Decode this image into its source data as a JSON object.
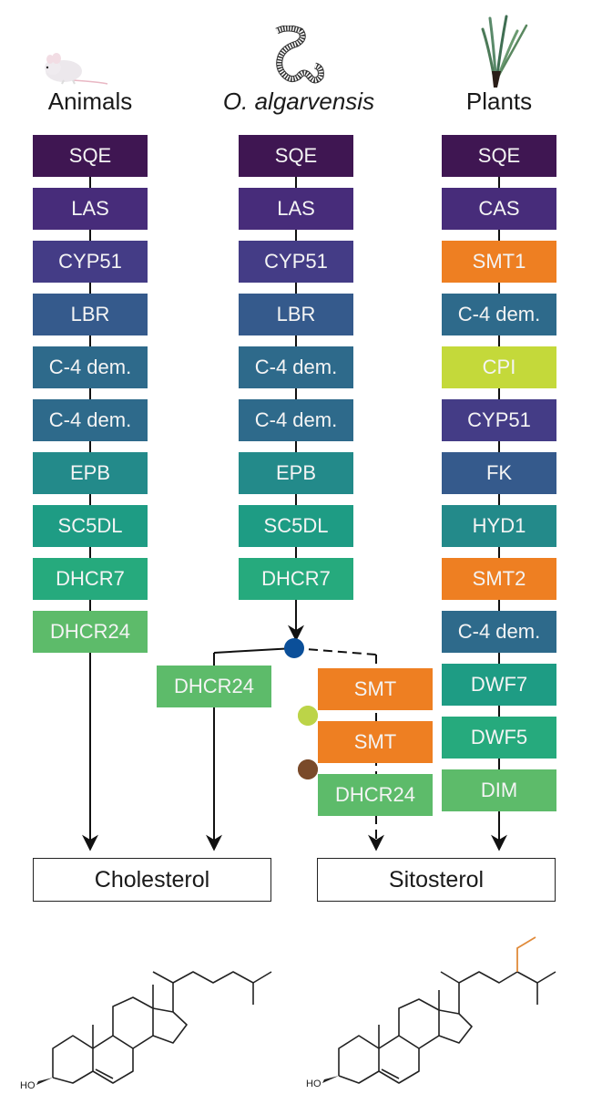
{
  "columns": [
    {
      "title": "Animals",
      "italic": false,
      "icon": "mouse-icon",
      "steps": [
        {
          "label": "SQE",
          "color": "#3f1652"
        },
        {
          "label": "LAS",
          "color": "#472c7a"
        },
        {
          "label": "CYP51",
          "color": "#443c86"
        },
        {
          "label": "LBR",
          "color": "#355a8c"
        },
        {
          "label": "C-4 dem.",
          "color": "#2e6a8b"
        },
        {
          "label": "C-4 dem.",
          "color": "#2e6a8b"
        },
        {
          "label": "EPB",
          "color": "#238a8a"
        },
        {
          "label": "SC5DL",
          "color": "#1e9c84"
        },
        {
          "label": "DHCR7",
          "color": "#26aa7d"
        },
        {
          "label": "DHCR24",
          "color": "#5dbb6a"
        }
      ]
    },
    {
      "title": "O. algarvensis",
      "italic": true,
      "icon": "worm-icon",
      "steps": [
        {
          "label": "SQE",
          "color": "#3f1652"
        },
        {
          "label": "LAS",
          "color": "#472c7a"
        },
        {
          "label": "CYP51",
          "color": "#443c86"
        },
        {
          "label": "LBR",
          "color": "#355a8c"
        },
        {
          "label": "C-4 dem.",
          "color": "#2e6a8b"
        },
        {
          "label": "C-4 dem.",
          "color": "#2e6a8b"
        },
        {
          "label": "EPB",
          "color": "#238a8a"
        },
        {
          "label": "SC5DL",
          "color": "#1e9c84"
        },
        {
          "label": "DHCR7",
          "color": "#26aa7d"
        }
      ],
      "branch_left": [
        {
          "label": "DHCR24",
          "color": "#5dbb6a"
        }
      ],
      "branch_right": [
        {
          "label": "SMT",
          "color": "#ee7f22"
        },
        {
          "label": "SMT",
          "color": "#ee7f22"
        },
        {
          "label": "DHCR24",
          "color": "#5dbb6a"
        }
      ],
      "branch_node_color": "#0b4f99",
      "markers": [
        {
          "name": "lime-marker",
          "color": "#bcd448"
        },
        {
          "name": "brown-marker",
          "color": "#7a4a2a"
        }
      ]
    },
    {
      "title": "Plants",
      "italic": false,
      "icon": "plant-icon",
      "steps": [
        {
          "label": "SQE",
          "color": "#3f1652"
        },
        {
          "label": "CAS",
          "color": "#472c7a"
        },
        {
          "label": "SMT1",
          "color": "#ee7f22"
        },
        {
          "label": "C-4 dem.",
          "color": "#2e6a8b"
        },
        {
          "label": "CPI",
          "color": "#c4d93a"
        },
        {
          "label": "CYP51",
          "color": "#443c86"
        },
        {
          "label": "FK",
          "color": "#355a8c"
        },
        {
          "label": "HYD1",
          "color": "#238a8a"
        },
        {
          "label": "SMT2",
          "color": "#ee7f22"
        },
        {
          "label": "C-4 dem.",
          "color": "#2e6a8b"
        },
        {
          "label": "DWF7",
          "color": "#1e9c84"
        },
        {
          "label": "DWF5",
          "color": "#26aa7d"
        },
        {
          "label": "DIM",
          "color": "#5dbb6a"
        }
      ]
    }
  ],
  "products": [
    {
      "label": "Cholesterol"
    },
    {
      "label": "Sitosterol"
    }
  ],
  "structures": [
    {
      "name": "cholesterol-structure",
      "hydroxyl_label": "HO"
    },
    {
      "name": "sitosterol-structure",
      "hydroxyl_label": "HO",
      "highlight_color": "#e08a3a"
    }
  ]
}
